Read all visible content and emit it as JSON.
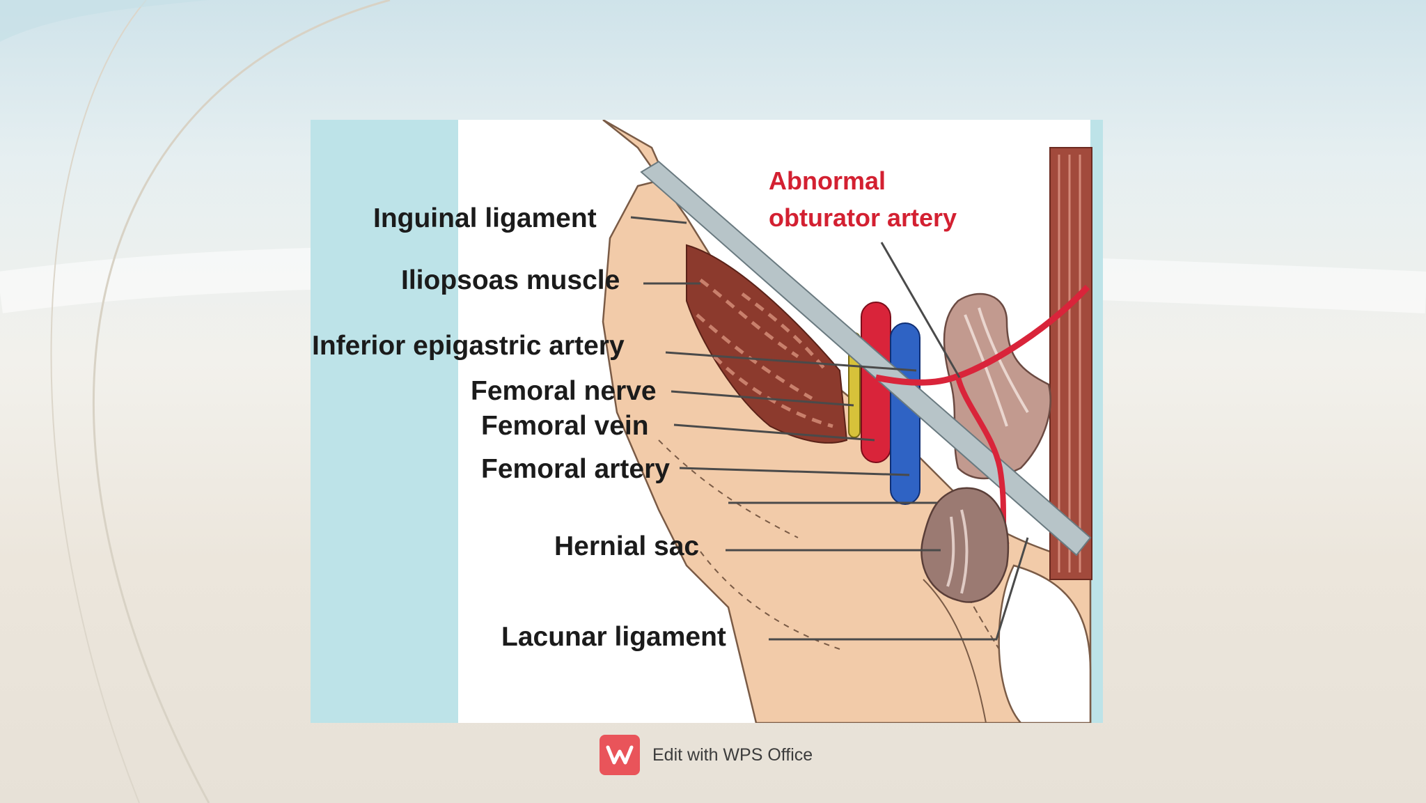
{
  "labels": {
    "inguinal_ligament": "Inguinal ligament",
    "iliopsoas_muscle": "Iliopsoas muscle",
    "inferior_epigastric_artery": "Inferior epigastric artery",
    "femoral_nerve": "Femoral nerve",
    "femoral_vein": "Femoral vein",
    "femoral_artery": "Femoral artery",
    "hernial_sac": "Hernial sac",
    "lacunar_ligament": "Lacunar ligament",
    "abnormal_line1": "Abnormal",
    "abnormal_line2": "obturator artery"
  },
  "footer": {
    "edit_label": "Edit with WPS Office",
    "logo_icon": "wps-office-logo-icon"
  },
  "colors": {
    "label_red": "#d32031",
    "strip_teal": "#bde3e8",
    "wps_red": "#e9545a",
    "artery_red": "#d9243a",
    "vein_blue": "#2f63c4",
    "nerve_yellow": "#d7c23a"
  }
}
